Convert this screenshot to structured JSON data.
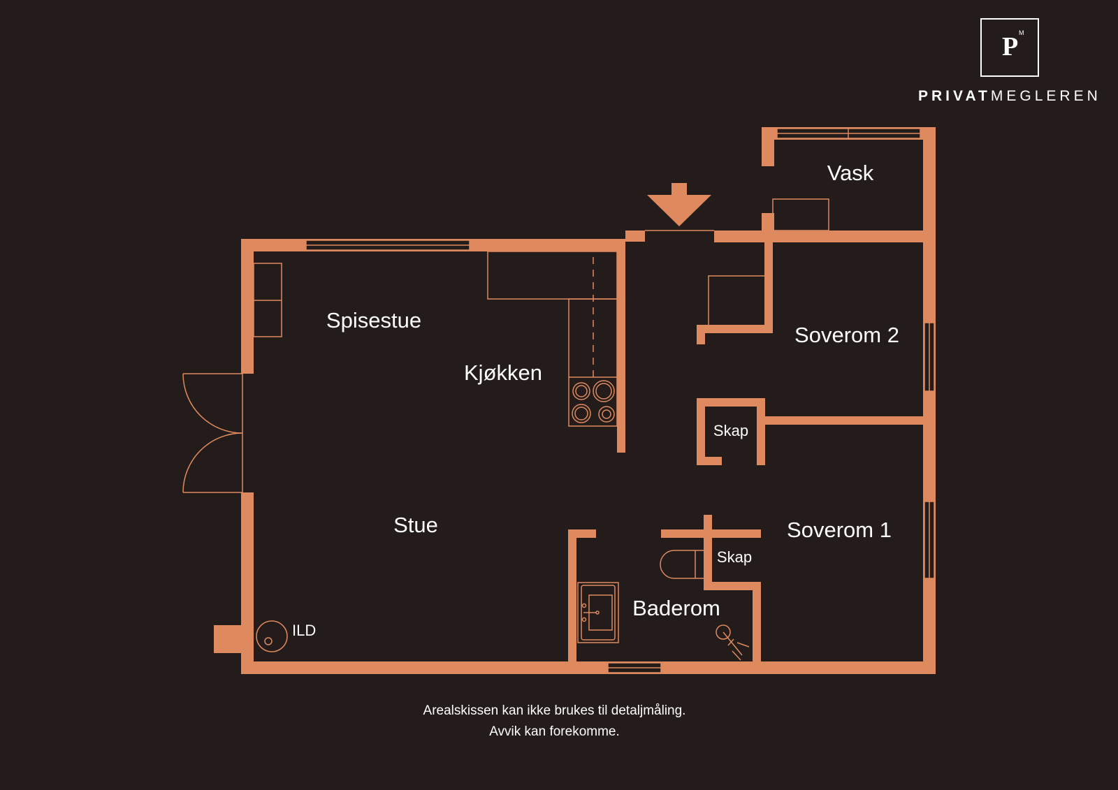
{
  "brand": {
    "logo_letter": "P",
    "logo_superscript": "M",
    "name_bold": "PRIVAT",
    "name_regular": "MEGLEREN"
  },
  "rooms": {
    "vask": "Vask",
    "spisestue": "Spisestue",
    "kjokken": "Kjøkken",
    "soverom_2": "Soverom 2",
    "skap_upper": "Skap",
    "stue": "Stue",
    "soverom_1": "Soverom 1",
    "skap_lower": "Skap",
    "baderom": "Baderom",
    "ild": "ILD"
  },
  "disclaimer": {
    "line1": "Arealskissen kan ikke brukes til detaljmåling.",
    "line2": "Avvik kan forekomme."
  },
  "colors": {
    "background": "#231c1b",
    "wall": "#de8a5e",
    "text": "#ffffff"
  },
  "icons": {
    "entrance": "entrance-arrow-icon",
    "stove": "stove-icon",
    "sink": "sink-icon",
    "toilet": "toilet-icon",
    "shower": "shower-icon",
    "fireplace": "fireplace-icon"
  }
}
